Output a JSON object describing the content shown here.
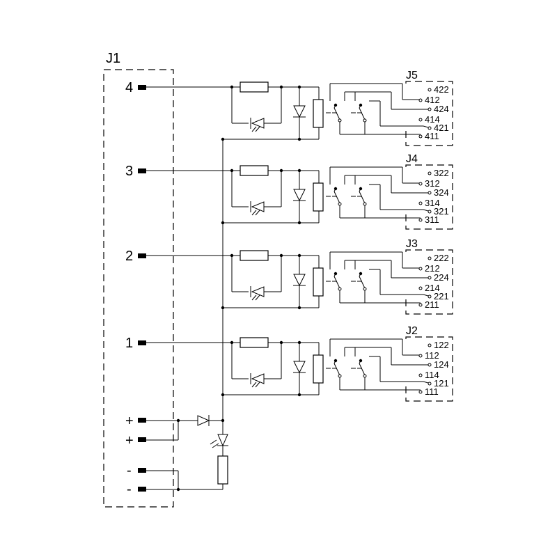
{
  "connector_main": "J1",
  "supply_labels": [
    "+",
    "+",
    "-",
    "-"
  ],
  "channels": [
    {
      "input": "4",
      "connector": "J5",
      "pins": [
        "422",
        "412",
        "424",
        "414",
        "421",
        "411"
      ]
    },
    {
      "input": "3",
      "connector": "J4",
      "pins": [
        "322",
        "312",
        "324",
        "314",
        "321",
        "311"
      ]
    },
    {
      "input": "2",
      "connector": "J3",
      "pins": [
        "222",
        "212",
        "224",
        "214",
        "221",
        "211"
      ]
    },
    {
      "input": "1",
      "connector": "J2",
      "pins": [
        "122",
        "112",
        "124",
        "114",
        "121",
        "111"
      ]
    }
  ]
}
